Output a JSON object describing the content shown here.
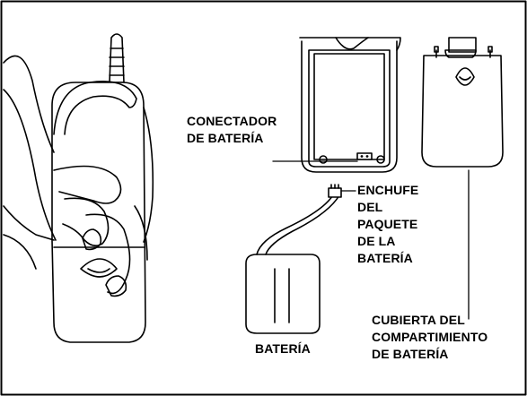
{
  "labels": {
    "connector": "CONECTADOR\nDE BATERÍA",
    "plug": "ENCHUFE\nDEL\nPAQUETE\nDE LA\nBATERÍA",
    "battery": "BATERÍA",
    "cover": "CUBIERTA DEL\nCOMPARTIMIENTO\nDE BATERÍA"
  },
  "colors": {
    "ink": "#000000",
    "paper": "#ffffff"
  }
}
